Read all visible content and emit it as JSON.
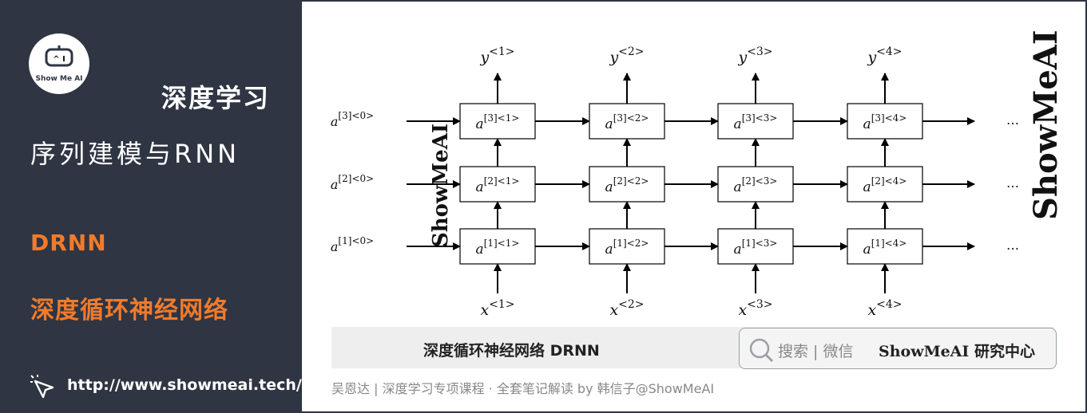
{
  "brand": {
    "logo_text": "Show Me AI",
    "course_title": "深度学习",
    "series_title": "序列建模与RNN",
    "topic_en": "DRNN",
    "topic_cn": "深度循环神经网络",
    "url": "http://www.showmeai.tech/",
    "accent_color": "#f07b2c",
    "panel_color": "#2f3542"
  },
  "diagram": {
    "columns": [
      "1",
      "2",
      "3",
      "4"
    ],
    "layers": [
      "3",
      "2",
      "1"
    ],
    "symbols": {
      "hidden": "a",
      "input": "x",
      "output": "y",
      "initial_step": "0"
    },
    "continuation": "…",
    "watermark": "ShowMeAI"
  },
  "caption": "深度循环神经网络 DRNN",
  "search": {
    "label": "搜索 | 微信",
    "brand": "ShowMeAI",
    "brand_cn": "研究中心"
  },
  "credits": "吴恩达 | 深度学习专项课程 · 全套笔记解读  by 韩信子@ShowMeAI"
}
